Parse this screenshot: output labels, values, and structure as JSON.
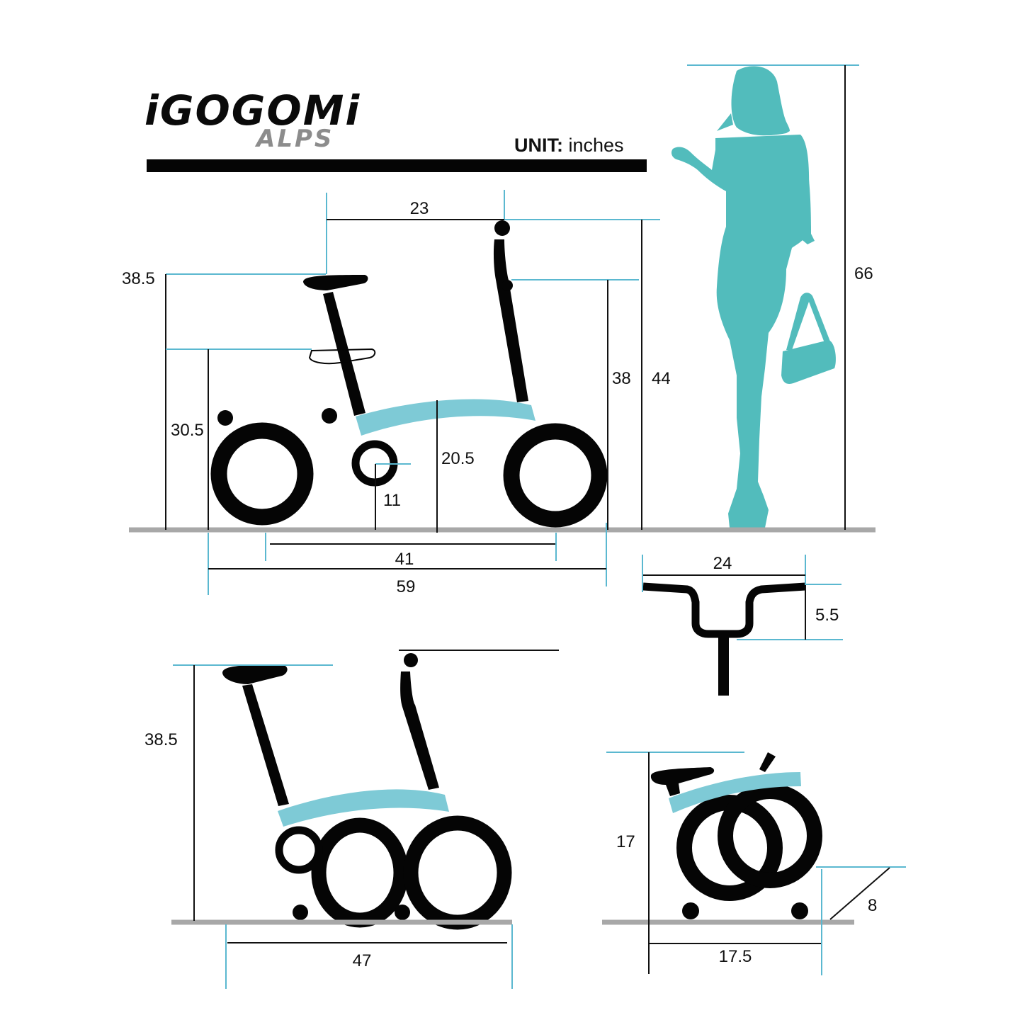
{
  "brand": {
    "name": "iGOGOMi",
    "model": "ALPS"
  },
  "unit": {
    "label": "UNIT",
    "separator": ":",
    "value": " inches"
  },
  "colors": {
    "person": "#52bcbc",
    "frame": "#7ecad6",
    "dimension_line": "#5bb8d0",
    "ground": "#a8a8a8",
    "ink": "#111111"
  },
  "unfolded_view": {
    "seat_to_handlebar": "23",
    "seat_height": "38.5",
    "rack_height": "30.5",
    "small_wheel_axle": "11",
    "frame_height": "20.5",
    "handlebar_grip_height": "38",
    "handlebar_top_height": "44",
    "wheelbase": "41",
    "overall_length": "59"
  },
  "rider": {
    "height": "66"
  },
  "handlebar_view": {
    "width": "24",
    "rise": "5.5"
  },
  "half_folded_view": {
    "seat_height": "38.5",
    "length": "47"
  },
  "folded_view": {
    "height": "17",
    "length": "17.5",
    "width": "8"
  }
}
